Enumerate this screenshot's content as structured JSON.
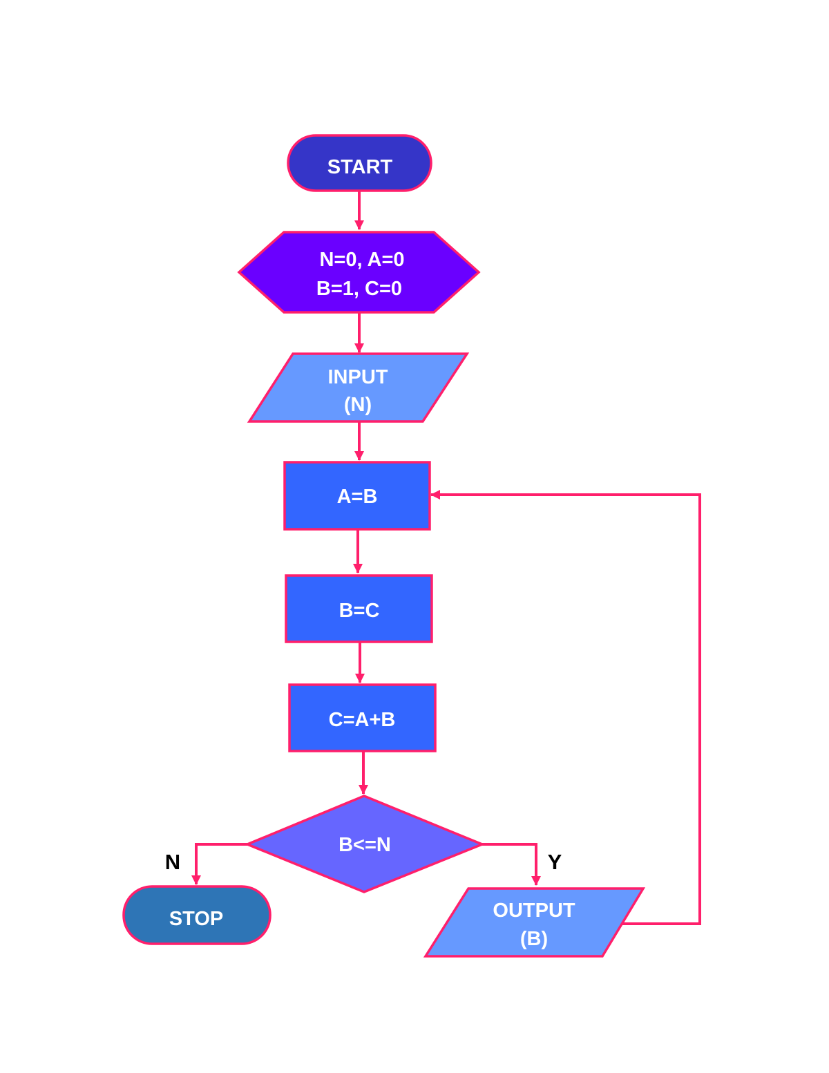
{
  "colors": {
    "border": "#ff1f6b",
    "connector": "#ff1f6b",
    "start_fill": "#3535c8",
    "init_fill": "#6a00ff",
    "io_fill": "#6699ff",
    "process_fill": "#3366ff",
    "decision_fill": "#6666ff",
    "stop_fill": "#2e75b6",
    "text": "#ffffff",
    "branch_label": "#000000"
  },
  "nodes": {
    "start": {
      "shape": "terminator",
      "label": "START"
    },
    "init": {
      "shape": "hexagon-preparation",
      "line1": "N=0, A=0",
      "line2": "B=1, C=0"
    },
    "input": {
      "shape": "parallelogram-io",
      "line1": "INPUT",
      "line2": "(N)"
    },
    "assign_a": {
      "shape": "rectangle-process",
      "label": "A=B"
    },
    "assign_b": {
      "shape": "rectangle-process",
      "label": "B=C"
    },
    "assign_c": {
      "shape": "rectangle-process",
      "label": "C=A+B"
    },
    "decision": {
      "shape": "diamond-decision",
      "label": "B<=N"
    },
    "stop": {
      "shape": "terminator",
      "label": "STOP"
    },
    "output": {
      "shape": "parallelogram-io",
      "line1": "OUTPUT",
      "line2": "(B)"
    }
  },
  "branches": {
    "no": "N",
    "yes": "Y"
  }
}
